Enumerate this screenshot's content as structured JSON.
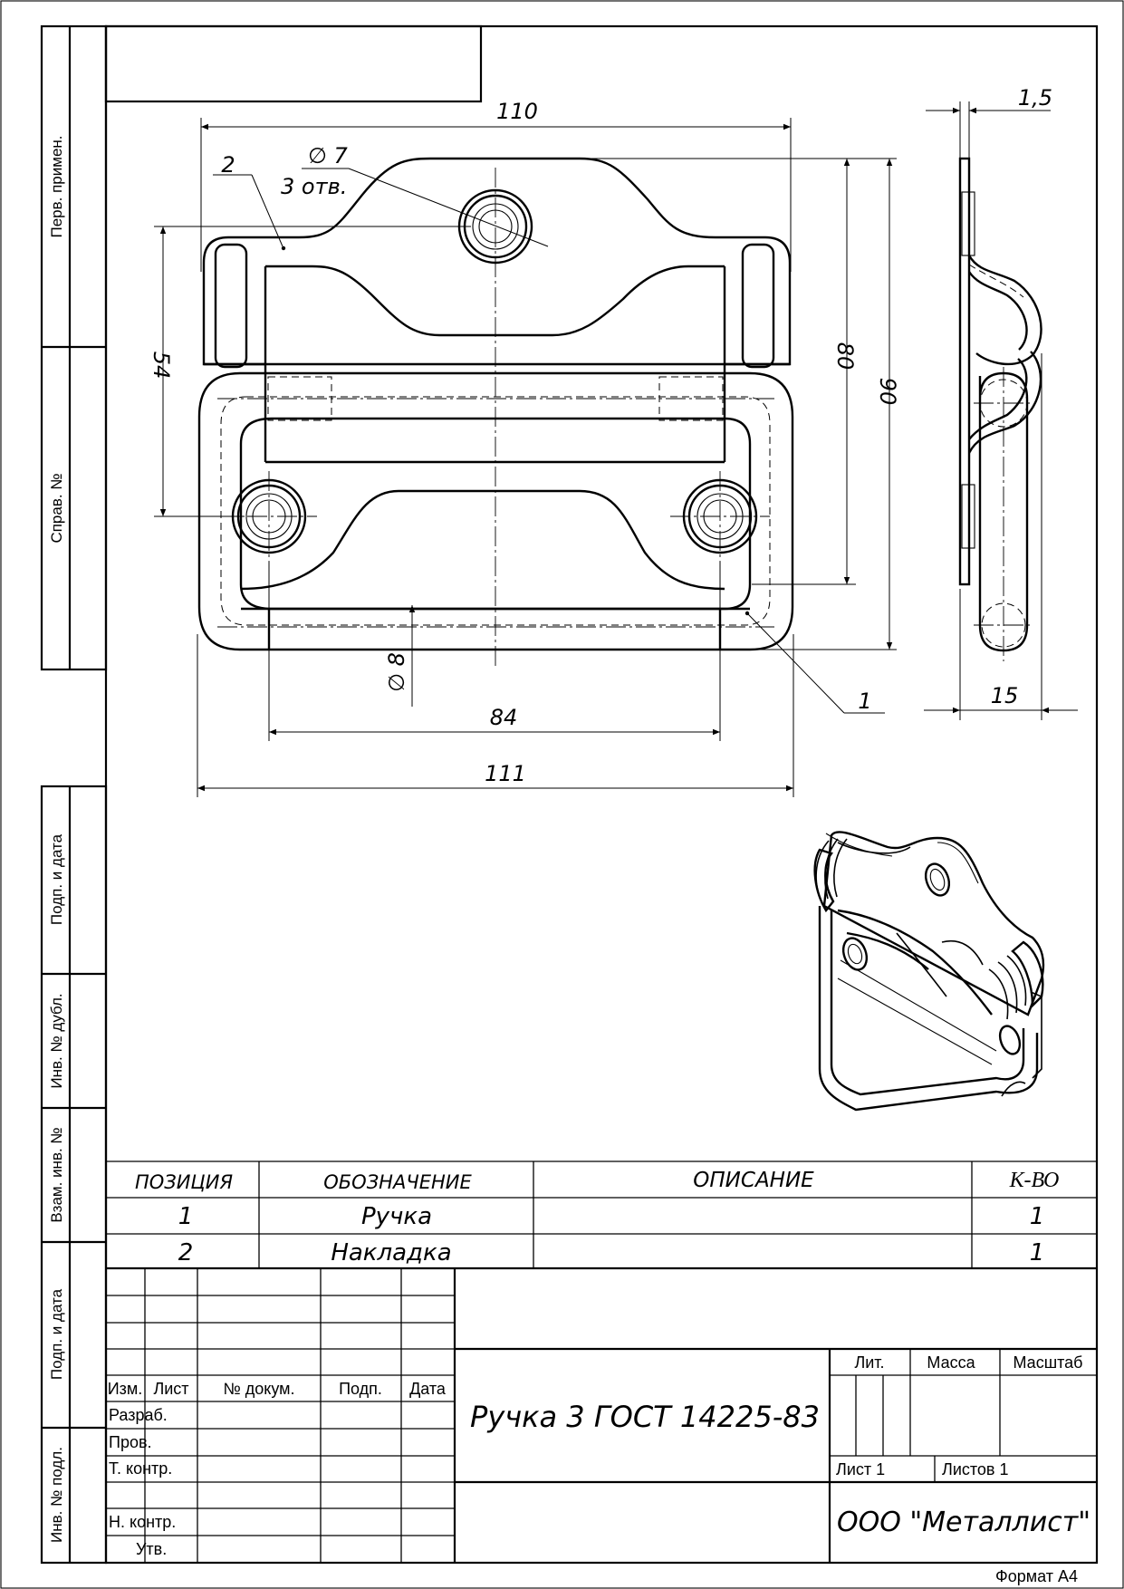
{
  "side_strip": {
    "perv_primen": "Перв. примен.",
    "sprav_no": "Справ. №",
    "podp_data_1": "Подп. и дата",
    "inv_no_dubl": "Инв. № дубл.",
    "vzam_inv_no": "Взам. инв. №",
    "podp_data_2": "Подп. и дата",
    "inv_no_podl": "Инв. № подл."
  },
  "dimensions": {
    "d110": "110",
    "d111": "111",
    "d84": "84",
    "d54": "54",
    "d80": "80",
    "d90": "90",
    "d15": "15",
    "d1_5": "1,5",
    "hole_diam": "∅ 7",
    "hole_count": "3 отв.",
    "rod_diam": "∅ 8",
    "callout_1": "1",
    "callout_2": "2"
  },
  "parts_table": {
    "headers": [
      "ПОЗИЦИЯ",
      "ОБОЗНАЧЕНИЕ",
      "ОПИСАНИЕ",
      "К-ВО"
    ],
    "rows": [
      {
        "pos": "1",
        "name": "Ручка",
        "desc": "",
        "qty": "1"
      },
      {
        "pos": "2",
        "name": "Накладка",
        "desc": "",
        "qty": "1"
      }
    ]
  },
  "title_block": {
    "col_izm": "Изм.",
    "col_list": "Лист",
    "col_dokum": "№ докум.",
    "col_podp": "Подп.",
    "col_data": "Дата",
    "razrab": "Разраб.",
    "prov": "Пров.",
    "t_kontr": "Т. контр.",
    "n_kontr": "Н. контр.",
    "utv": "Утв.",
    "lit": "Лит.",
    "massa": "Масса",
    "masshtab": "Масштаб",
    "list": "Лист 1",
    "listov": "Листов 1",
    "title": "Ручка 3 ГОСТ 14225-83",
    "organization": "ООО \"Металлист\""
  },
  "format": "Формат А4"
}
